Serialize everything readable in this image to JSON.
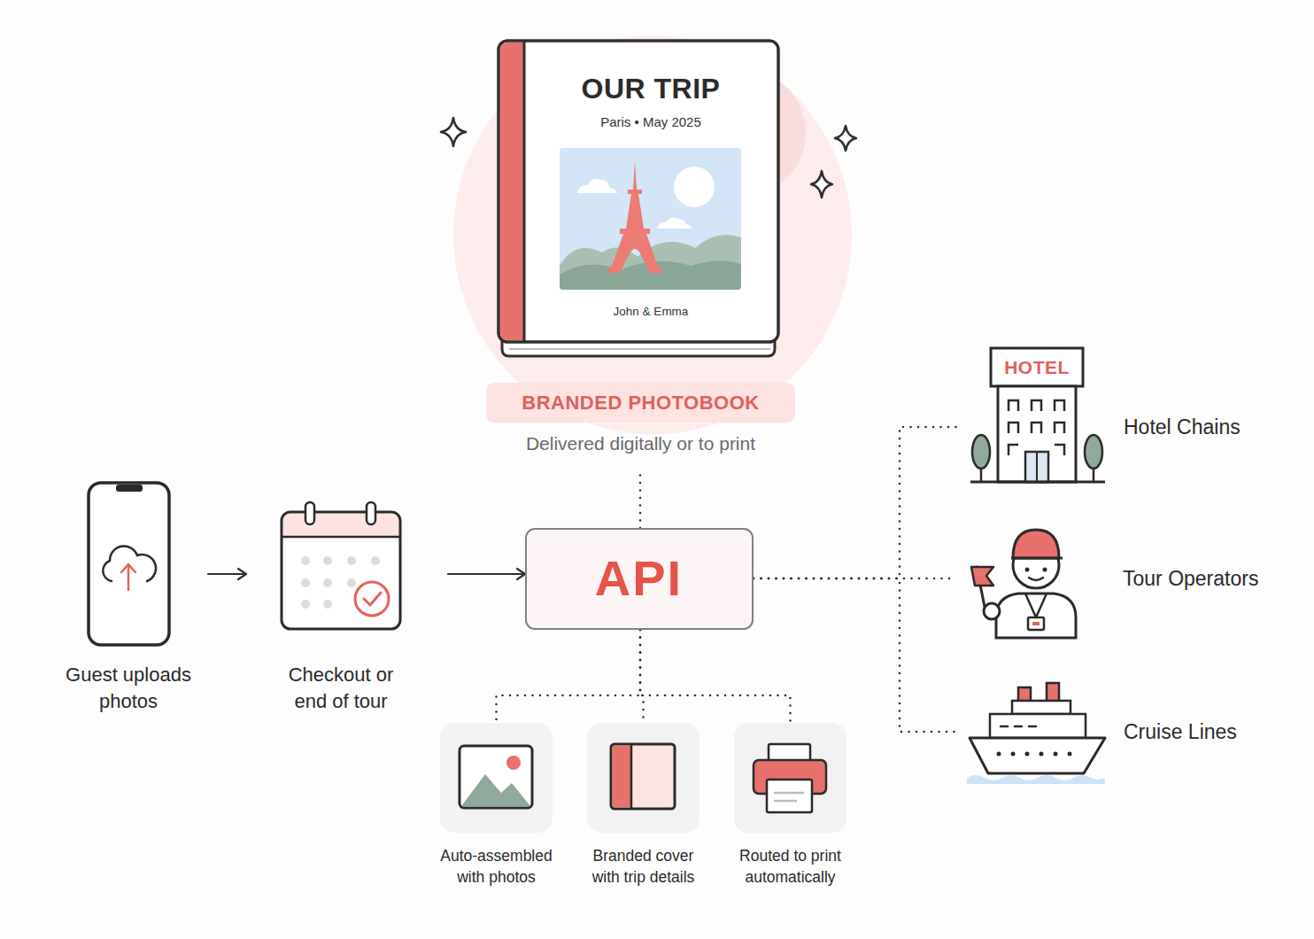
{
  "diagram": {
    "nodes": [
      {
        "text": [
          "OUR TRIP",
          "Paris • May 2025",
          "John & Emma"
        ]
      },
      {
        "text": [
          "BRANDED PHOTOBOOK",
          "Delivered digitally or to print"
        ]
      },
      {
        "text": [
          "Guest uploads photos"
        ]
      },
      {
        "text": [
          "Checkout or end of tour"
        ]
      },
      {
        "text": [
          "API"
        ]
      },
      {
        "text": [
          "Auto-assembled with photos"
        ]
      },
      {
        "text": [
          "Branded cover with trip details"
        ]
      },
      {
        "text": [
          "Routed to print automatically"
        ]
      },
      {
        "text": [
          "HOTEL",
          "Hotel Chains"
        ]
      },
      {
        "text": [
          "Tour Operators"
        ]
      },
      {
        "text": [
          "Cruise Lines"
        ]
      }
    ],
    "edges": [
      {
        "from": 2,
        "to": 3,
        "arrow": "to"
      },
      {
        "from": 3,
        "to": 4,
        "arrow": "to"
      },
      {
        "from": 4,
        "to": 1,
        "arrow": "none"
      },
      {
        "from": 4,
        "to": 5,
        "arrow": "none"
      },
      {
        "from": 4,
        "to": 6,
        "arrow": "none"
      },
      {
        "from": 4,
        "to": 7,
        "arrow": "none"
      },
      {
        "from": 4,
        "to": 8,
        "arrow": "none"
      },
      {
        "from": 4,
        "to": 9,
        "arrow": "none"
      },
      {
        "from": 4,
        "to": 10,
        "arrow": "none"
      }
    ]
  }
}
